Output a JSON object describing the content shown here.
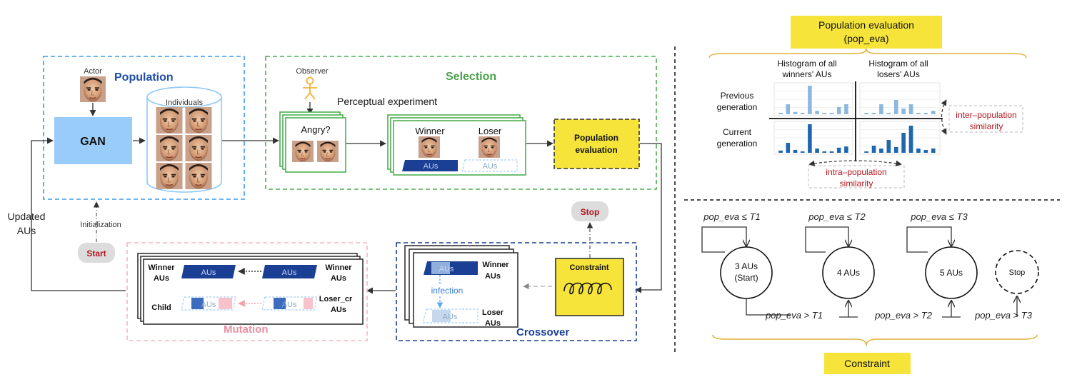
{
  "population": {
    "title": "Population",
    "actor_label": "Actor",
    "gan_label": "GAN",
    "individuals_label": "Individuals",
    "start_label": "Start",
    "initialization_label": "Initialization",
    "updated_aus_line1": "Updated",
    "updated_aus_line2": "AUs"
  },
  "selection": {
    "title": "Selection",
    "observer_label": "Observer",
    "experiment_label": "Perceptual experiment",
    "question": "Angry?",
    "winner_label": "Winner",
    "loser_label": "Loser",
    "aus_label": "AUs",
    "pop_eval_line1": "Population",
    "pop_eval_line2": "evaluation"
  },
  "crossover": {
    "title": "Crossover",
    "stop_label": "Stop",
    "constraint_label": "Constraint",
    "infection_label": "infection",
    "winner_line1": "Winner",
    "winner_line2": "AUs",
    "loser_line1": "Loser",
    "loser_line2": "AUs",
    "aus_label": "AUs"
  },
  "mutation": {
    "title": "Mutation",
    "winner_line1": "Winner",
    "winner_line2": "AUs",
    "child_label": "Child",
    "loser_line1": "Loser_cr",
    "loser_line2": "AUs",
    "aus_label": "AUs"
  },
  "pop_eva_panel": {
    "title_line1": "Population evaluation",
    "title_line2": "(pop_eva)",
    "col1_line1": "Histogram of all",
    "col1_line2": "winners' AUs",
    "col2_line1": "Histogram of all",
    "col2_line2": "losers' AUs",
    "row1_line1": "Previous",
    "row1_line2": "generation",
    "row2_line1": "Current",
    "row2_line2": "generation",
    "inter_line1": "inter–population",
    "inter_line2": "similarity",
    "intra_line1": "intra–population",
    "intra_line2": "similarity",
    "histograms": {
      "prev_winners": [
        0.05,
        0.35,
        0.08,
        0.05,
        1.0,
        0.12,
        0.05,
        0.05,
        0.25,
        0.35
      ],
      "prev_losers": [
        0.05,
        0.05,
        0.35,
        0.05,
        0.5,
        0.2,
        0.35,
        0.05,
        0.05,
        0.12
      ],
      "curr_winners": [
        0.08,
        0.35,
        0.1,
        0.05,
        1.0,
        0.15,
        0.05,
        0.05,
        0.18,
        0.22
      ],
      "curr_losers": [
        0.05,
        0.25,
        0.15,
        0.45,
        0.2,
        0.7,
        0.95,
        0.15,
        0.1,
        0.15
      ]
    }
  },
  "constraint_panel": {
    "title": "Constraint",
    "cond_le_1": "pop_eva ≤ T1",
    "cond_le_2": "pop_eva ≤ T2",
    "cond_le_3": "pop_eva ≤ T3",
    "cond_gt_1": "pop_eva > T1",
    "cond_gt_2": "pop_eva > T2",
    "cond_gt_3": "pop_eva > T3",
    "state1_line1": "3 AUs",
    "state1_line2": "(Start)",
    "state2": "4 AUs",
    "state3": "5 AUs",
    "state4": "Stop"
  },
  "colors": {
    "population_blue": "#3d9be9",
    "gan_fill": "#99ccf8",
    "selection_green": "#4caf50",
    "crossover_navy": "#1a3f95",
    "mutation_pink": "#f4b6c1",
    "highlight_yellow": "#f6e43a",
    "start_red": "#b3151d",
    "similarity_red": "#b3151d"
  }
}
